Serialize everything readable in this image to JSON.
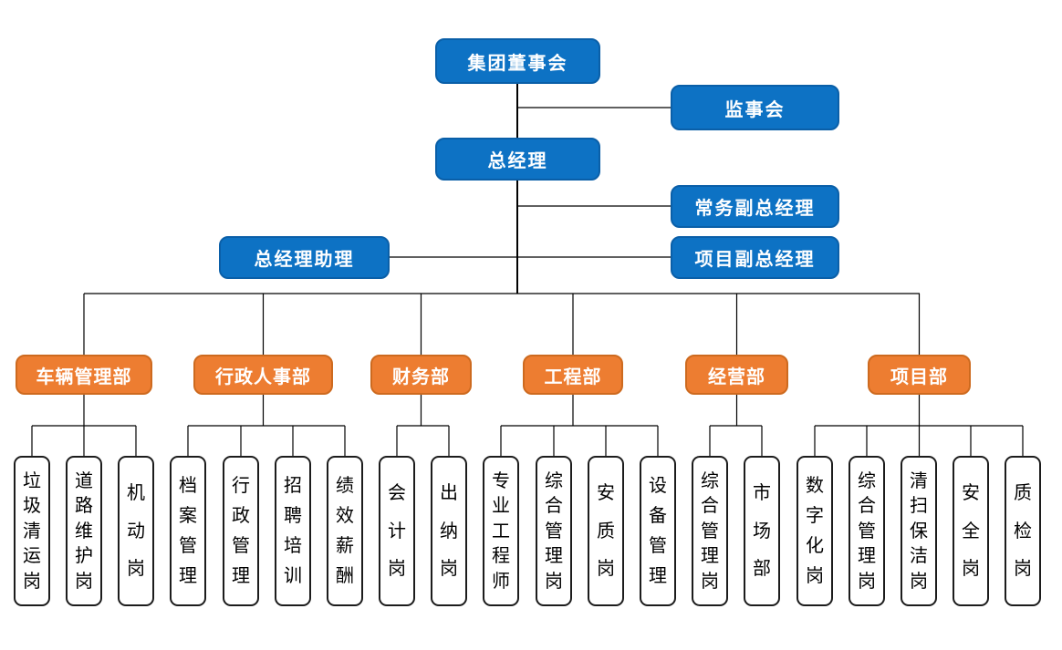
{
  "diagram": {
    "type": "org-chart",
    "colors": {
      "canvas_bg": "#ffffff",
      "executive_fill": "#0d72c4",
      "executive_border": "#0a5fa8",
      "department_fill": "#ED7D31",
      "department_border": "#cd6a1f",
      "position_fill": "#ffffff",
      "position_border": "#1c1c1c",
      "line_color": "#000000",
      "text_on_fill": "#ffffff",
      "text_on_white": "#000000"
    },
    "executives": {
      "board": "集团董事会",
      "supervisory": "监事会",
      "gm": "总经理",
      "deputy_exec": "常务副总经理",
      "assistant": "总经理助理",
      "deputy_project": "项目副总经理"
    },
    "departments": [
      {
        "label": "车辆管理部",
        "children": [
          "垃圾清运岗",
          "道路维护岗",
          "机动岗"
        ]
      },
      {
        "label": "行政人事部",
        "children": [
          "档案管理",
          "行政管理",
          "招聘培训",
          "绩效薪酬"
        ]
      },
      {
        "label": "财务部",
        "children": [
          "会计岗",
          "出纳岗"
        ]
      },
      {
        "label": "工程部",
        "children": [
          "专业工程师",
          "综合管理岗",
          "安质岗",
          "设备管理"
        ]
      },
      {
        "label": "经营部",
        "children": [
          "综合管理岗",
          "市场部"
        ]
      },
      {
        "label": "项目部",
        "children": [
          "数字化岗",
          "综合管理岗",
          "清扫保洁岗",
          "安全岗",
          "质检岗"
        ]
      }
    ]
  }
}
